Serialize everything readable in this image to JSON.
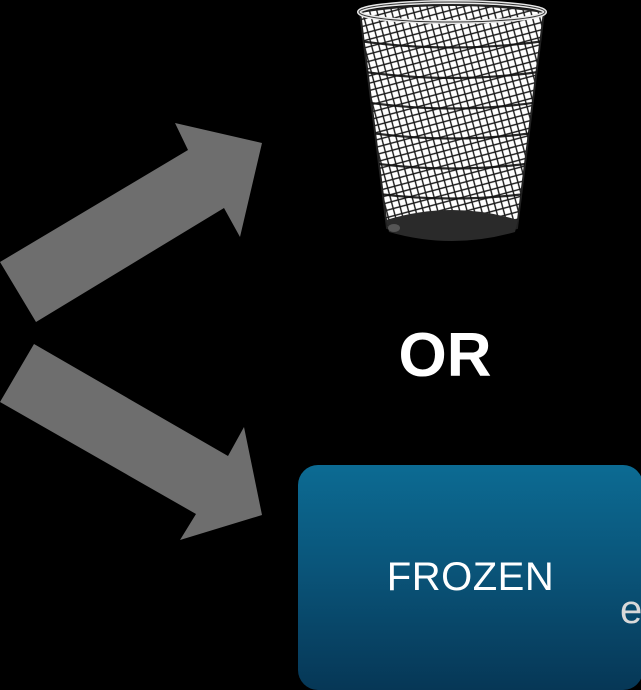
{
  "labels": {
    "or": "OR",
    "frozen": "FROZEN",
    "edge_fragment": "e"
  },
  "icons": {
    "trash": "wastebasket-icon",
    "arrow_up": "arrow-up-right-icon",
    "arrow_down": "arrow-down-right-icon"
  },
  "colors": {
    "background": "#000000",
    "arrow": "#6e6e6e",
    "box_top": "#0c6b93",
    "box_bottom": "#063756",
    "text": "#ffffff"
  }
}
